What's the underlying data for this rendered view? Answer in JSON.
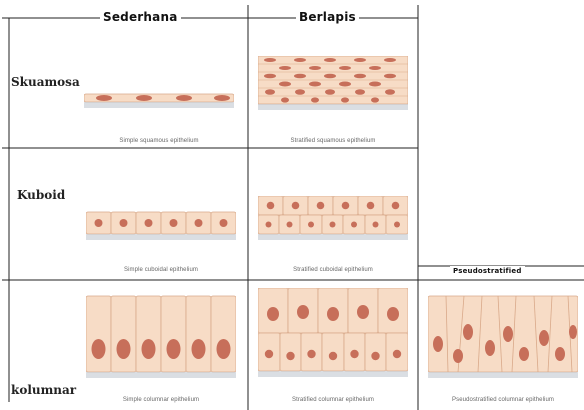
{
  "columns": {
    "simple": "Sederhana",
    "stratified": "Berlapis",
    "pseudostratified": "Pseudostratified"
  },
  "rows": {
    "squamous": "Skuamosa",
    "cuboidal": "Kuboid",
    "columnar": "kolumnar"
  },
  "captions": {
    "simple_squamous": "Simple squamous epithelium",
    "stratified_squamous": "Stratified squamous epithelium",
    "simple_cuboidal": "Simple cuboidal epithelium",
    "stratified_cuboidal": "Stratified cuboidal epithelium",
    "simple_columnar": "Simple columnar epithelium",
    "stratified_columnar": "Stratified columnar epithelium",
    "pseudostratified_columnar": "Pseudostratified columnar epithelium"
  },
  "colors": {
    "cell": "#f7dcc6",
    "cell_edge": "#d9a98a",
    "nucleus": "#c76f5a",
    "basement": "#bcc3cc"
  }
}
